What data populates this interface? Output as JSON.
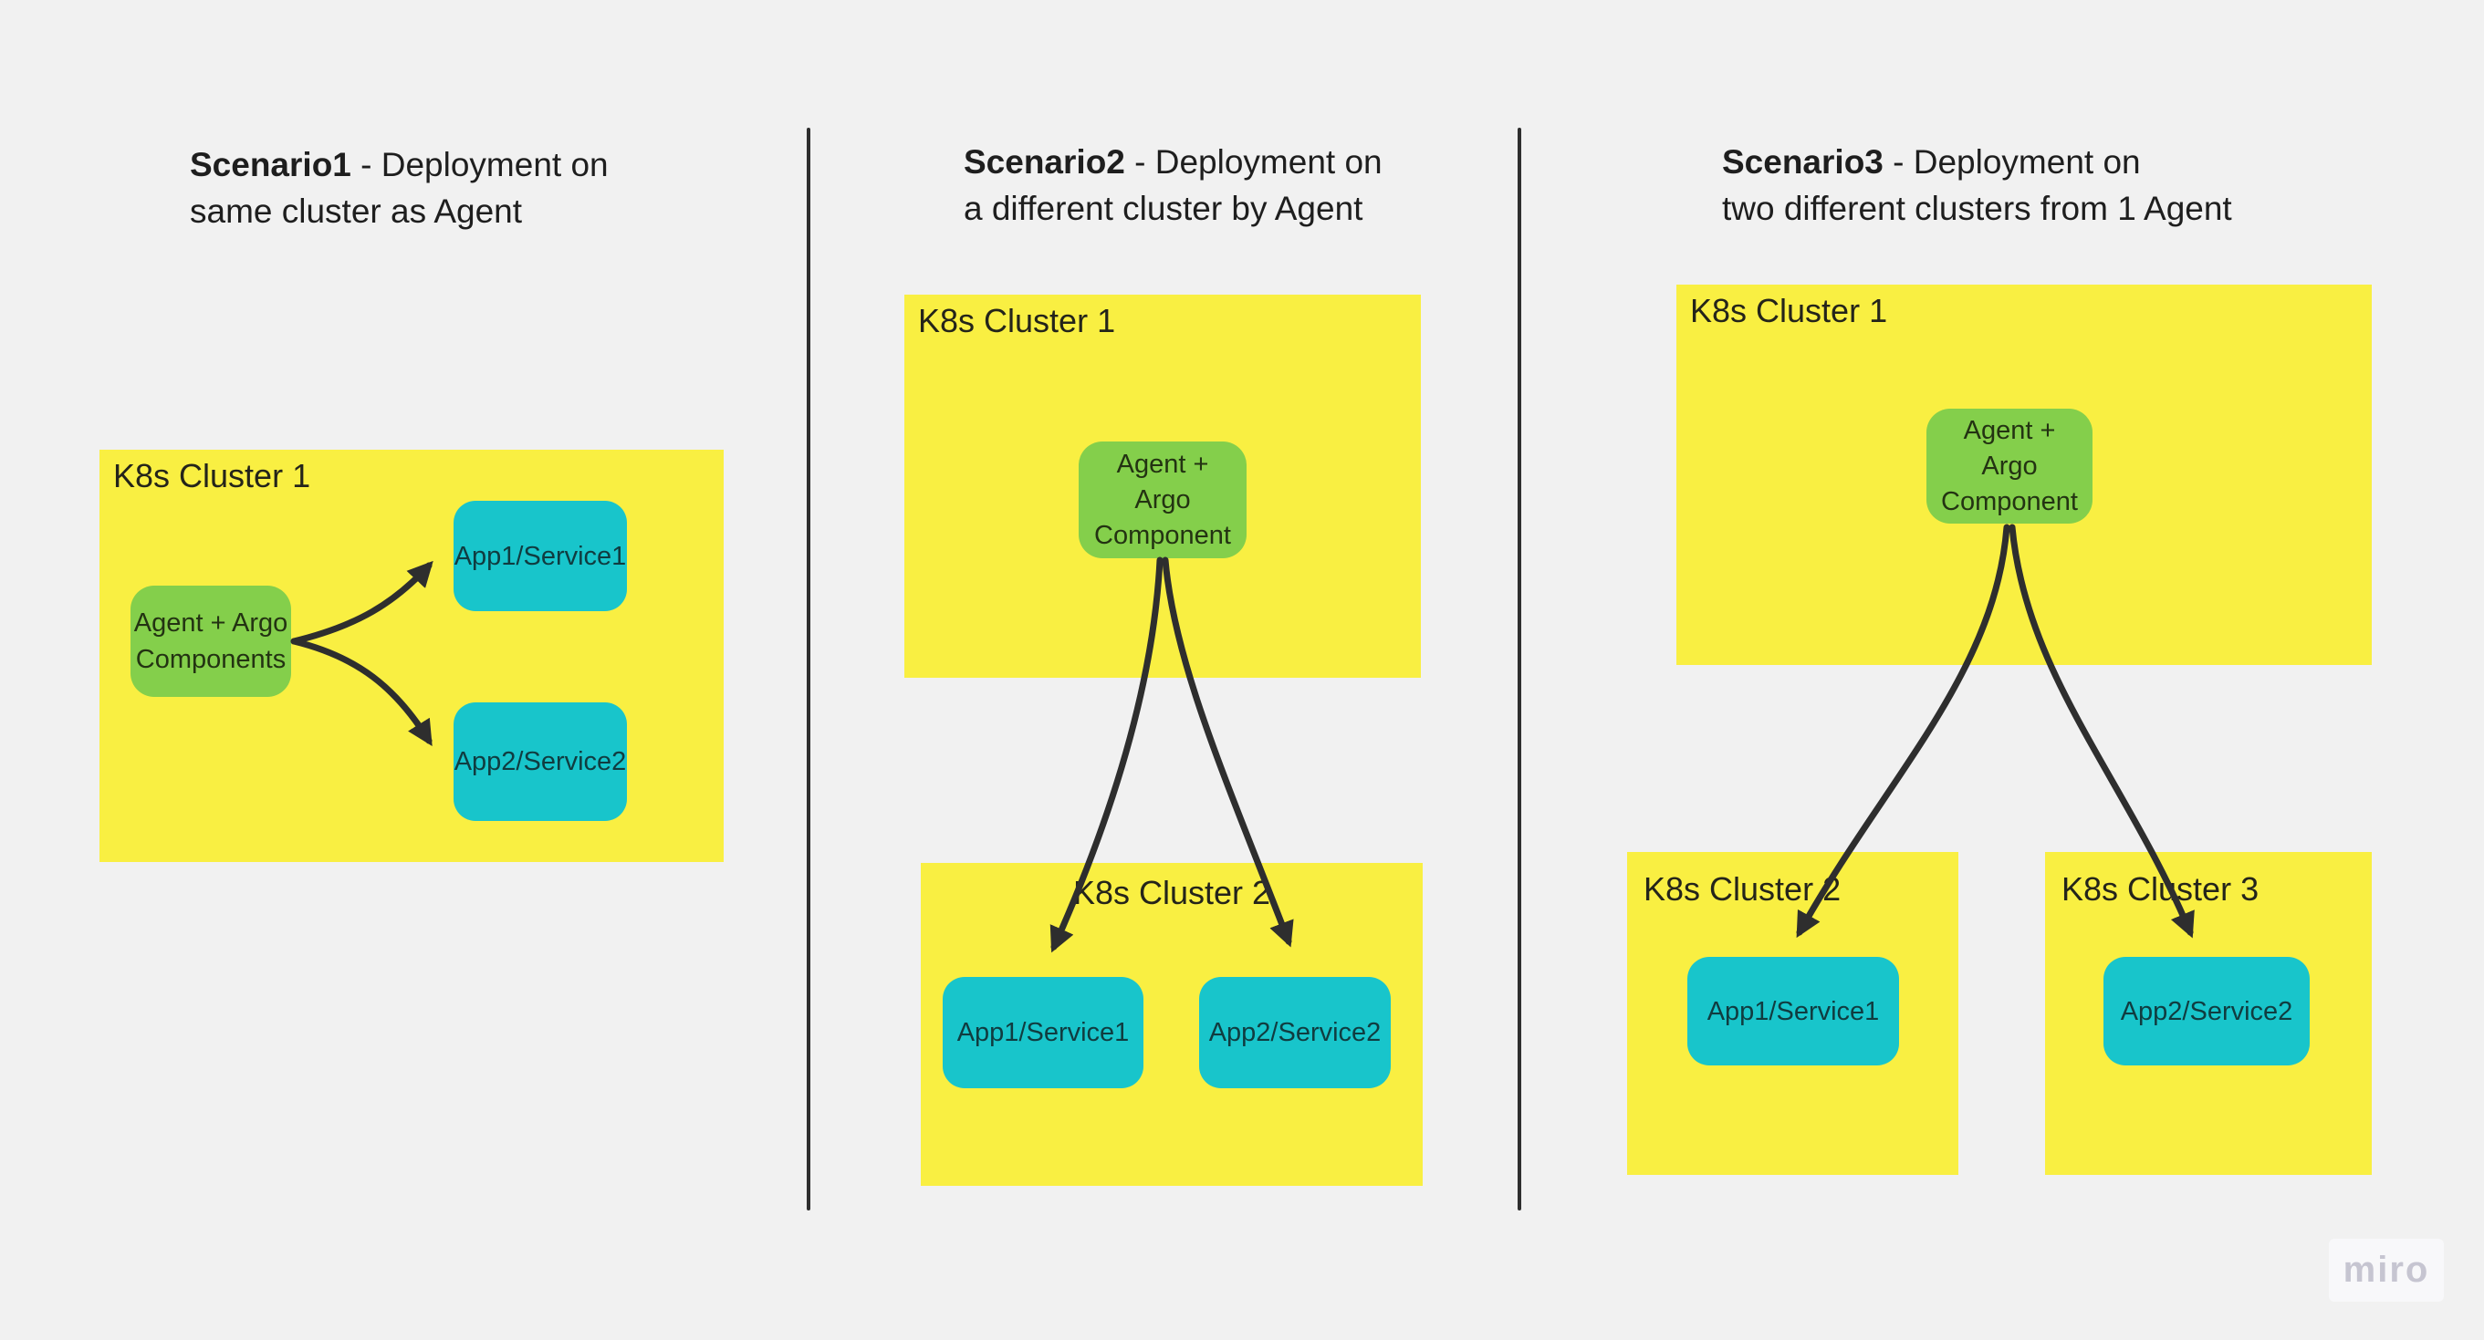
{
  "colors": {
    "background": "#F1F1F1",
    "cluster_fill": "#F9EF42",
    "agent_fill": "#84CF4B",
    "app_fill": "#18C5CB",
    "arrow": "#2E2E2E",
    "divider": "#2E2E2E",
    "title_text": "#1E1E1E",
    "label_text": "#24241A",
    "watermark": "#C6C5D1",
    "watermark_bg": "#F8F8FA"
  },
  "scenarios": [
    {
      "title": {
        "bold": "Scenario1",
        "rest": " - Deployment on",
        "line2": "same cluster as Agent"
      },
      "clusters": [
        {
          "label": "K8s Cluster 1"
        }
      ],
      "nodes": {
        "agent": {
          "label_lines": [
            "Agent + Argo",
            "Components"
          ]
        },
        "app1": {
          "label": "App1/Service1"
        },
        "app2": {
          "label": "App2/Service2"
        }
      }
    },
    {
      "title": {
        "bold": "Scenario2",
        "rest": " - Deployment on",
        "line2": "a different cluster by Agent"
      },
      "clusters": [
        {
          "label": "K8s Cluster 1"
        },
        {
          "label": "K8s Cluster 2"
        }
      ],
      "nodes": {
        "agent": {
          "label_lines": [
            "Agent +",
            "Argo",
            "Component"
          ]
        },
        "app1": {
          "label": "App1/Service1"
        },
        "app2": {
          "label": "App2/Service2"
        }
      }
    },
    {
      "title": {
        "bold": "Scenario3",
        "rest": " - Deployment on",
        "line2": "two different clusters from 1 Agent"
      },
      "clusters": [
        {
          "label": "K8s Cluster 1"
        },
        {
          "label": "K8s Cluster 2"
        },
        {
          "label": "K8s Cluster 3"
        }
      ],
      "nodes": {
        "agent": {
          "label_lines": [
            "Agent +",
            "Argo",
            "Component"
          ]
        },
        "app1": {
          "label": "App1/Service1"
        },
        "app2": {
          "label": "App2/Service2"
        }
      }
    }
  ],
  "watermark": {
    "label": "miro"
  }
}
